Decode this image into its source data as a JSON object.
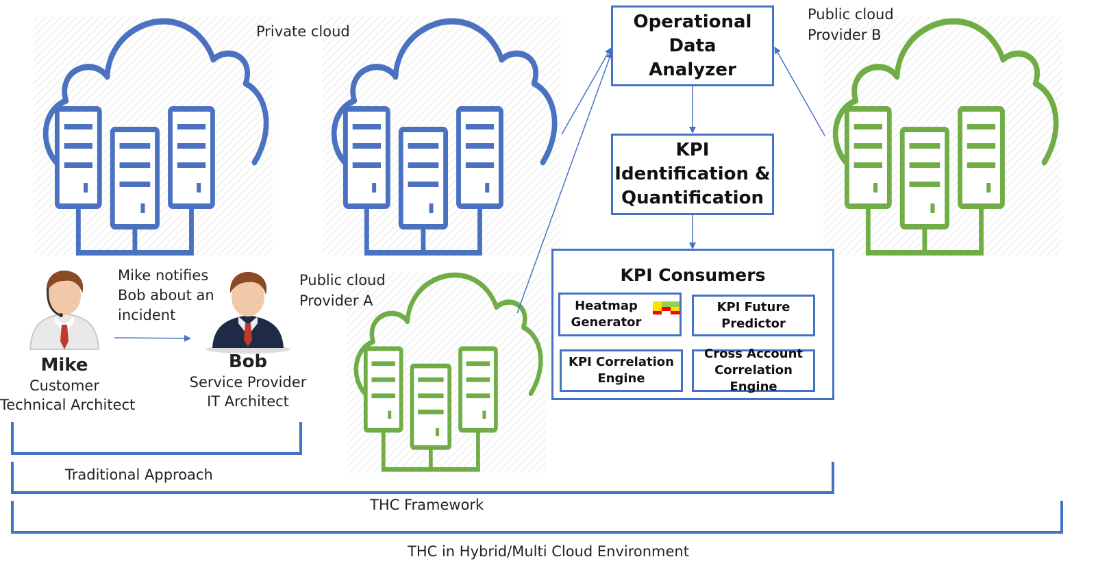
{
  "labels": {
    "private_cloud": "Private cloud",
    "public_cloud_b": [
      "Public cloud",
      "Provider B"
    ],
    "public_cloud_a": [
      "Public cloud",
      "Provider A"
    ],
    "notification": [
      "Mike notifies",
      "Bob about an",
      "incident"
    ]
  },
  "people": {
    "mike": {
      "name": "Mike",
      "role": [
        "Customer",
        "Technical Architect"
      ]
    },
    "bob": {
      "name": "Bob",
      "role": [
        "Service Provider",
        "IT Architect"
      ]
    }
  },
  "boxes": {
    "analyzer": [
      "Operational Data",
      "Analyzer"
    ],
    "kpi_identification": [
      "KPI",
      "Identification &",
      "Quantification"
    ],
    "kpi_consumers": {
      "title": "KPI Consumers",
      "items": {
        "heatmap": [
          "Heatmap",
          "Generator"
        ],
        "future": [
          "KPI Future",
          "Predictor"
        ],
        "correlation": [
          "KPI Correlation",
          "Engine"
        ],
        "cross_account": [
          "Cross Account",
          "Correlation Engine"
        ]
      }
    }
  },
  "brackets": {
    "traditional": "Traditional Approach",
    "thc_framework": "THC Framework",
    "hybrid": "THC in Hybrid/Multi Cloud Environment"
  },
  "colors": {
    "private_cloud": "#4a72c0",
    "public_cloud": "#70ad47",
    "accent": "#4472c4"
  },
  "icons": [
    "cloud-servers-icon",
    "person-headset-icon",
    "person-suit-icon",
    "heatmap-icon"
  ]
}
